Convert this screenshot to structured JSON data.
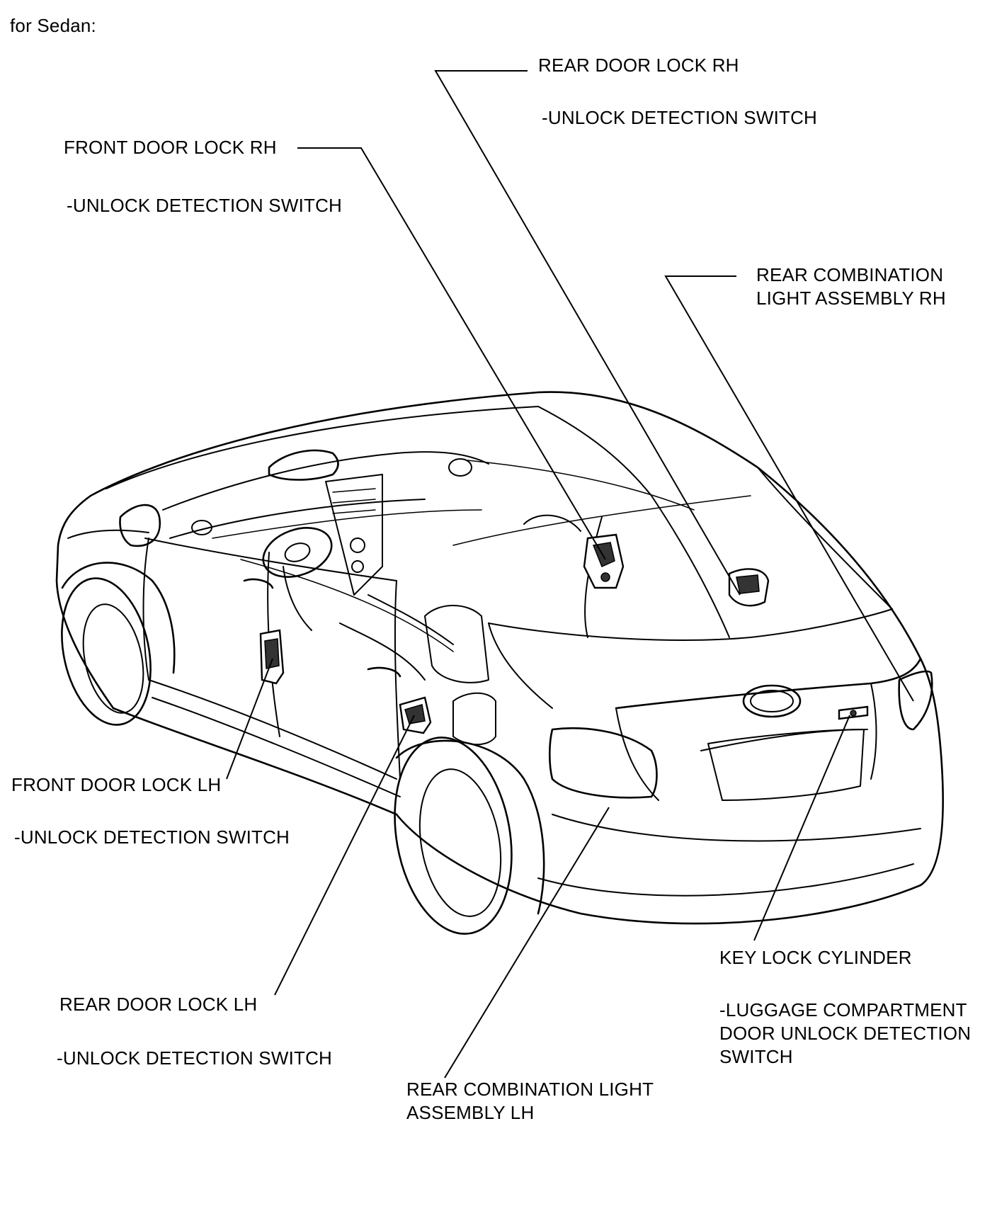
{
  "header": {
    "title": "for Sedan:"
  },
  "labels": {
    "rear_door_rh": {
      "line1": "REAR DOOR LOCK RH",
      "line2": "-UNLOCK DETECTION SWITCH"
    },
    "front_door_rh": {
      "line1": "FRONT DOOR LOCK RH",
      "line2": "-UNLOCK DETECTION SWITCH"
    },
    "rear_comb_rh": {
      "line1": "REAR COMBINATION",
      "line2": "LIGHT ASSEMBLY RH"
    },
    "front_door_lh": {
      "line1": "FRONT DOOR LOCK LH",
      "line2": "-UNLOCK DETECTION SWITCH"
    },
    "key_lock": {
      "line1": "KEY LOCK CYLINDER",
      "line2": "-LUGGAGE COMPARTMENT",
      "line3": "DOOR UNLOCK DETECTION",
      "line4": "SWITCH"
    },
    "rear_door_lh": {
      "line1": "REAR DOOR LOCK LH",
      "line2": "-UNLOCK DETECTION SWITCH"
    },
    "rear_comb_lh": {
      "line1": "REAR COMBINATION LIGHT",
      "line2": "ASSEMBLY LH"
    }
  }
}
